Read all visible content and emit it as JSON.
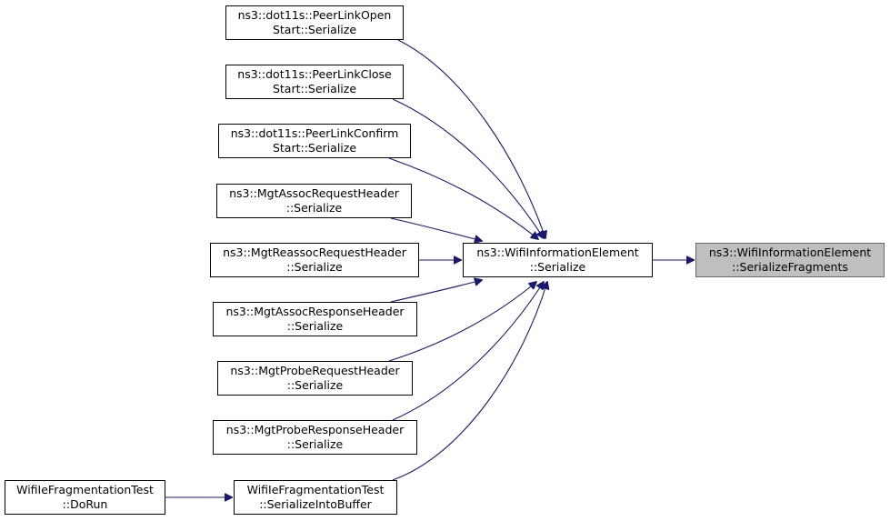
{
  "diagram": {
    "nodes": [
      {
        "id": "peer-link-open",
        "lines": [
          "ns3::dot11s::PeerLinkOpen",
          "Start::Serialize"
        ]
      },
      {
        "id": "peer-link-close",
        "lines": [
          "ns3::dot11s::PeerLinkClose",
          "Start::Serialize"
        ]
      },
      {
        "id": "peer-link-confirm",
        "lines": [
          "ns3::dot11s::PeerLinkConfirm",
          "Start::Serialize"
        ]
      },
      {
        "id": "mgt-assoc-request",
        "lines": [
          "ns3::MgtAssocRequestHeader",
          "::Serialize"
        ]
      },
      {
        "id": "mgt-reassoc-request",
        "lines": [
          "ns3::MgtReassocRequestHeader",
          "::Serialize"
        ]
      },
      {
        "id": "mgt-assoc-response",
        "lines": [
          "ns3::MgtAssocResponseHeader",
          "::Serialize"
        ]
      },
      {
        "id": "mgt-probe-request",
        "lines": [
          "ns3::MgtProbeRequestHeader",
          "::Serialize"
        ]
      },
      {
        "id": "mgt-probe-response",
        "lines": [
          "ns3::MgtProbeResponseHeader",
          "::Serialize"
        ]
      },
      {
        "id": "wifi-ie-frag-test-dorun",
        "lines": [
          "WifiIeFragmentationTest",
          "::DoRun"
        ]
      },
      {
        "id": "wifi-ie-frag-test-serialize-into-buffer",
        "lines": [
          "WifiIeFragmentationTest",
          "::SerializeIntoBuffer"
        ]
      },
      {
        "id": "wifi-information-element-serialize",
        "lines": [
          "ns3::WifiInformationElement",
          "::Serialize"
        ]
      },
      {
        "id": "wifi-information-element-serialize-fragments",
        "lines": [
          "ns3::WifiInformationElement",
          "::SerializeFragments"
        ],
        "current": true
      }
    ],
    "edges": [
      {
        "from": "peer-link-open",
        "to": "wifi-information-element-serialize"
      },
      {
        "from": "peer-link-close",
        "to": "wifi-information-element-serialize"
      },
      {
        "from": "peer-link-confirm",
        "to": "wifi-information-element-serialize"
      },
      {
        "from": "mgt-assoc-request",
        "to": "wifi-information-element-serialize"
      },
      {
        "from": "mgt-reassoc-request",
        "to": "wifi-information-element-serialize"
      },
      {
        "from": "mgt-assoc-response",
        "to": "wifi-information-element-serialize"
      },
      {
        "from": "mgt-probe-request",
        "to": "wifi-information-element-serialize"
      },
      {
        "from": "mgt-probe-response",
        "to": "wifi-information-element-serialize"
      },
      {
        "from": "wifi-ie-frag-test-serialize-into-buffer",
        "to": "wifi-information-element-serialize"
      },
      {
        "from": "wifi-ie-frag-test-dorun",
        "to": "wifi-ie-frag-test-serialize-into-buffer"
      },
      {
        "from": "wifi-information-element-serialize",
        "to": "wifi-information-element-serialize-fragments"
      }
    ],
    "colors": {
      "edge": "#191970",
      "node_border": "#000000",
      "current_fill": "#bfbfbf",
      "current_border": "#666666"
    }
  }
}
